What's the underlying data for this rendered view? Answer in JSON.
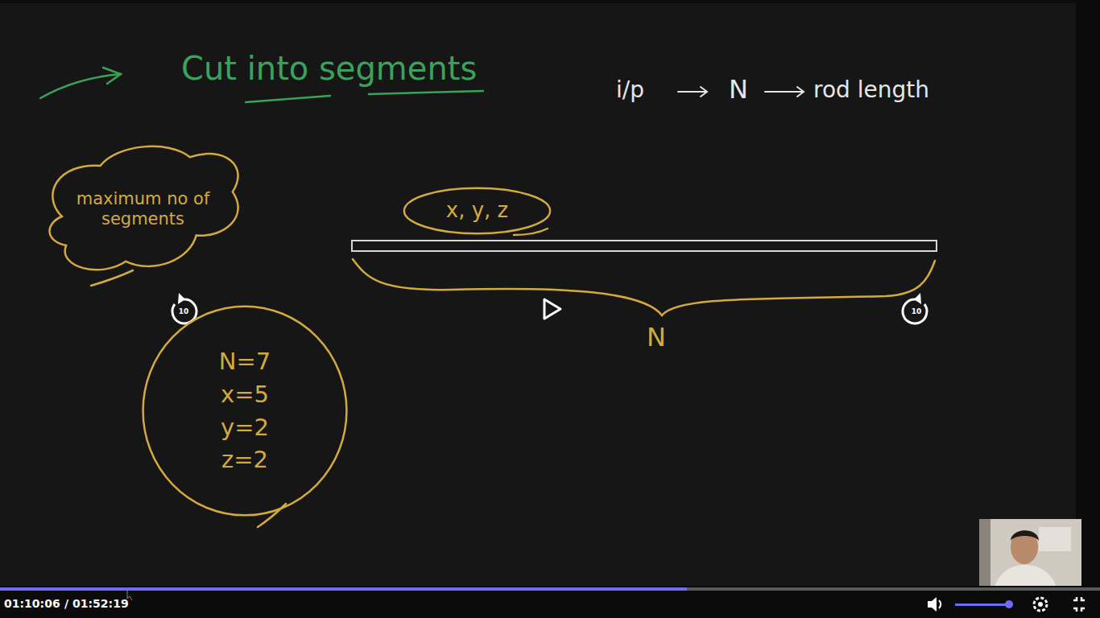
{
  "diagram": {
    "title": "Cut into segments",
    "nodes": [
      {
        "text": [
          "maximum no of segments"
        ]
      },
      {
        "text": [
          "x, y, z"
        ]
      },
      {
        "text": [
          "N=7",
          "x=5",
          "y=2",
          "z=2"
        ]
      }
    ],
    "labels": [
      "i/p",
      "N",
      "rod length",
      "N",
      "10",
      "10",
      "01:10:06",
      "/ 01:52:19"
    ]
  }
}
